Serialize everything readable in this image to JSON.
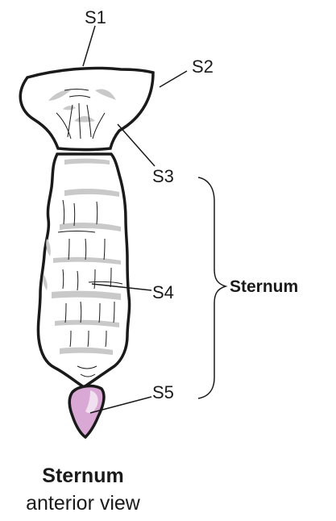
{
  "labels": {
    "s1": "S1",
    "s2": "S2",
    "s3": "S3",
    "s4": "S4",
    "s5": "S5"
  },
  "bracket_label": "Sternum",
  "caption": {
    "title": "Sternum",
    "subtitle": "anterior view"
  },
  "colors": {
    "outline": "#1a1a1a",
    "shading": "#c9c9c9",
    "xiphoid_fill": "#d9a8d4",
    "xiphoid_highlight": "#f1e0ef",
    "text": "#1a1a1a"
  }
}
